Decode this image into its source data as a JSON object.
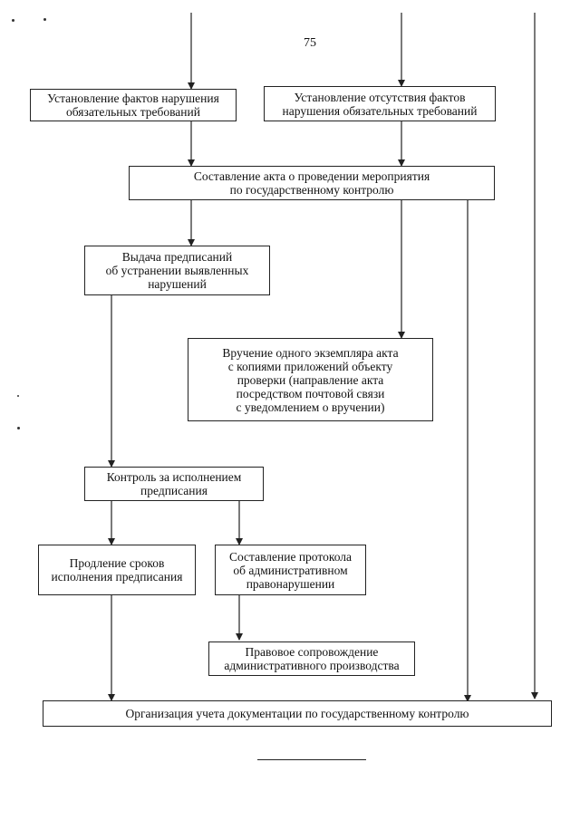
{
  "page": {
    "number": "75"
  },
  "nodes": {
    "facts_violation": {
      "lines": [
        "Установление фактов нарушения",
        "обязательных требований"
      ]
    },
    "facts_absence": {
      "lines": [
        "Установление отсутствия фактов",
        "нарушения обязательных требований"
      ]
    },
    "act_drafting": {
      "lines": [
        "Составление акта о проведении мероприятия",
        "по государственному контролю"
      ]
    },
    "orders_issue": {
      "lines": [
        "Выдача предписаний",
        "об устранении выявленных",
        "нарушений"
      ]
    },
    "act_delivery": {
      "lines": [
        "Вручение одного экземпляра акта",
        "с копиями приложений объекту",
        "проверки (направление акта",
        "посредством почтовой связи",
        "с уведомлением о вручении)"
      ]
    },
    "orders_control": {
      "lines": [
        "Контроль за исполнением",
        "предписания"
      ]
    },
    "deadline_extension": {
      "lines": [
        "Продление сроков",
        "исполнения предписания"
      ]
    },
    "protocol_drafting": {
      "lines": [
        "Составление протокола",
        "об административном",
        "правонарушении"
      ]
    },
    "legal_support": {
      "lines": [
        "Правовое сопровождение",
        "административного производства"
      ]
    },
    "documentation": {
      "lines": [
        "Организация учета документации по государственному контролю"
      ]
    }
  }
}
